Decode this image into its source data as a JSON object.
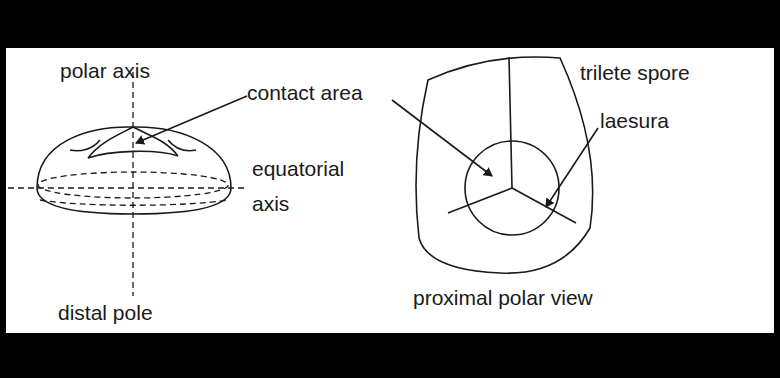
{
  "diagram": {
    "labels": [
      "polar axis",
      "contact area",
      "trilete spore",
      "equatorial axis",
      "laesura",
      "distal pole",
      "proximal polar view"
    ]
  }
}
